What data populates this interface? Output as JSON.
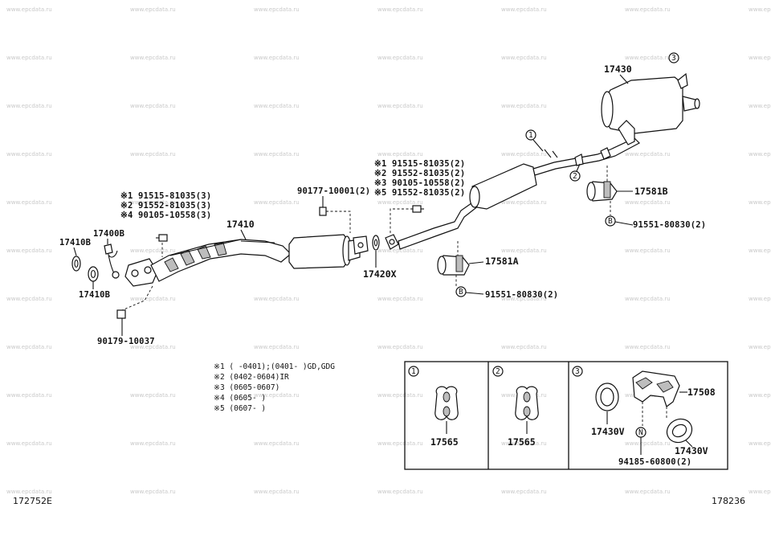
{
  "watermark": "www.epcdata.ru",
  "corner_labels": {
    "left": "172752E",
    "right": "178236"
  },
  "parts": {
    "p17410": "17410",
    "p17410b": "17410B",
    "p17400b": "17400B",
    "p90179": "90179-10037",
    "p90177": "90177-10001(2)",
    "p17420x": "17420X",
    "p17430": "17430",
    "p17581b": "17581B",
    "p17581a": "17581A",
    "p91551_b_top": "91551-80830(2)",
    "p91551_b_bot": "91551-80830(2)",
    "p17565": "17565",
    "p17508": "17508",
    "p17430v": "17430V",
    "p94185": "94185-60800(2)"
  },
  "left_notes": [
    "※1 91515-81035(3)",
    "※2 91552-81035(3)",
    "※4 90105-10558(3)"
  ],
  "mid_notes": [
    "※1 91515-81035(2)",
    "※2 91552-81035(2)",
    "※3 90105-10558(2)",
    "※5 91552-81035(2)"
  ],
  "legend": [
    "※1 (      -0401);(0401-     )GD,GDG",
    "※2 (0402-0604)IR",
    "※3 (0605-0607)",
    "※4 (0605-      )",
    "※5 (0607-      )"
  ],
  "callouts": {
    "c1": "1",
    "c2": "2",
    "c3": "3",
    "b": "B",
    "n": "N"
  }
}
